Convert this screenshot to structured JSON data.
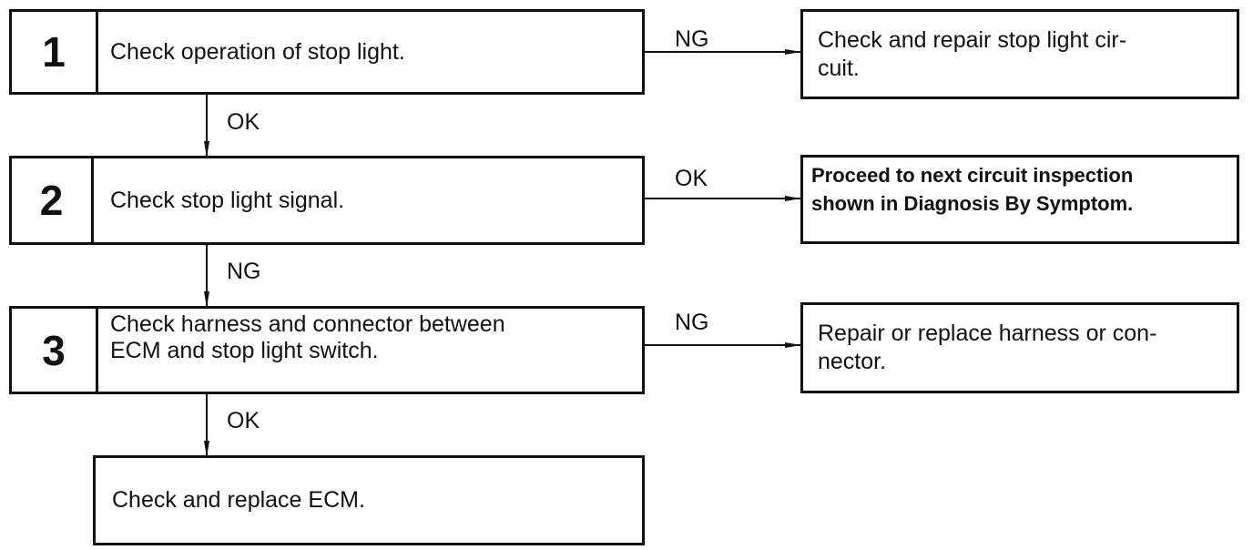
{
  "steps": [
    {
      "number": "1",
      "text": "Check operation of stop light."
    },
    {
      "number": "2",
      "text": "Check stop light signal."
    },
    {
      "number": "3",
      "text": "Check harness and connector between\nECM and stop light switch."
    }
  ],
  "results": [
    {
      "text": "Check and repair stop light cir-\ncuit."
    },
    {
      "text": "Proceed to next circuit inspection\nshown in Diagnosis By Symptom."
    },
    {
      "text": "Repair or replace harness or con-\nnector."
    }
  ],
  "final": {
    "text": "Check and replace ECM."
  },
  "branch_labels": {
    "step1_right": "NG",
    "step1_down": "OK",
    "step2_right": "OK",
    "step2_down": "NG",
    "step3_right": "NG",
    "step3_down": "OK"
  }
}
